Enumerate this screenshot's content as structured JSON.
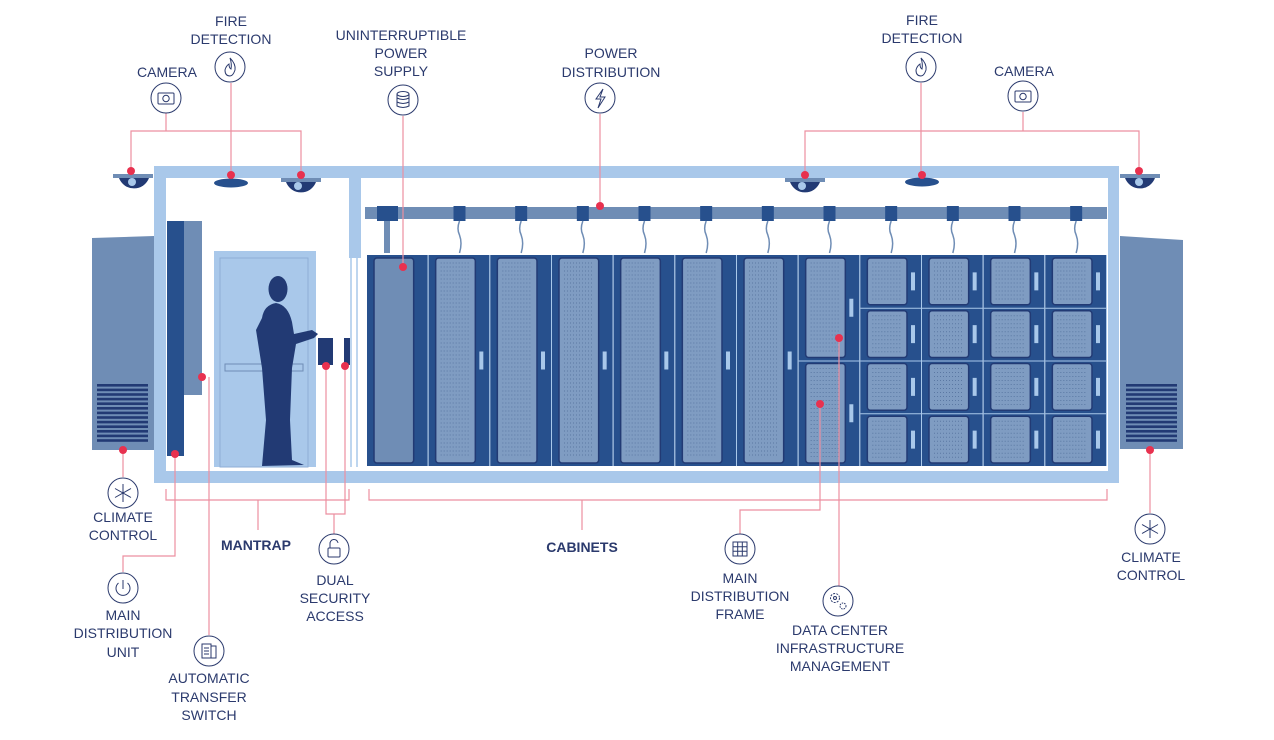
{
  "callouts": {
    "fire_left": {
      "lines": [
        "FIRE",
        "DETECTION"
      ],
      "icon": "flame-icon"
    },
    "camera_left": {
      "lines": [
        "CAMERA"
      ],
      "icon": "camera-icon"
    },
    "ups": {
      "lines": [
        "UNINTERRUPTIBLE",
        "POWER",
        "SUPPLY"
      ],
      "icon": "database-icon"
    },
    "power": {
      "lines": [
        "POWER",
        "DISTRIBUTION"
      ],
      "icon": "lightning-icon"
    },
    "fire_right": {
      "lines": [
        "FIRE",
        "DETECTION"
      ],
      "icon": "flame-icon"
    },
    "camera_right": {
      "lines": [
        "CAMERA"
      ],
      "icon": "camera-icon"
    },
    "climate_left": {
      "lines": [
        "CLIMATE",
        "CONTROL"
      ],
      "icon": "snowflake-icon"
    },
    "mdu": {
      "lines": [
        "MAIN",
        "DISTRIBUTION",
        "UNIT"
      ],
      "icon": "power-icon"
    },
    "ats": {
      "lines": [
        "AUTOMATIC",
        "TRANSFER",
        "SWITCH"
      ],
      "icon": "switch-icon"
    },
    "dual_security": {
      "lines": [
        "DUAL",
        "SECURITY",
        "ACCESS"
      ],
      "icon": "unlock-icon"
    },
    "mdf": {
      "lines": [
        "MAIN",
        "DISTRIBUTION",
        "FRAME"
      ],
      "icon": "grid-icon"
    },
    "dcim": {
      "lines": [
        "DATA CENTER",
        "INFRASTRUCTURE",
        "MANAGEMENT"
      ],
      "icon": "gears-icon"
    },
    "climate_right": {
      "lines": [
        "CLIMATE",
        "CONTROL"
      ],
      "icon": "snowflake-icon"
    }
  },
  "sections": {
    "mantrap": "MANTRAP",
    "cabinets": "CABINETS"
  },
  "colors": {
    "frame": "#a9c8ea",
    "dark_blue": "#27508d",
    "mid_blue": "#6f8db5",
    "navy": "#223a74",
    "marker": "#e8314f",
    "leader": "#ec8fa0",
    "text": "#2b3a6d"
  }
}
